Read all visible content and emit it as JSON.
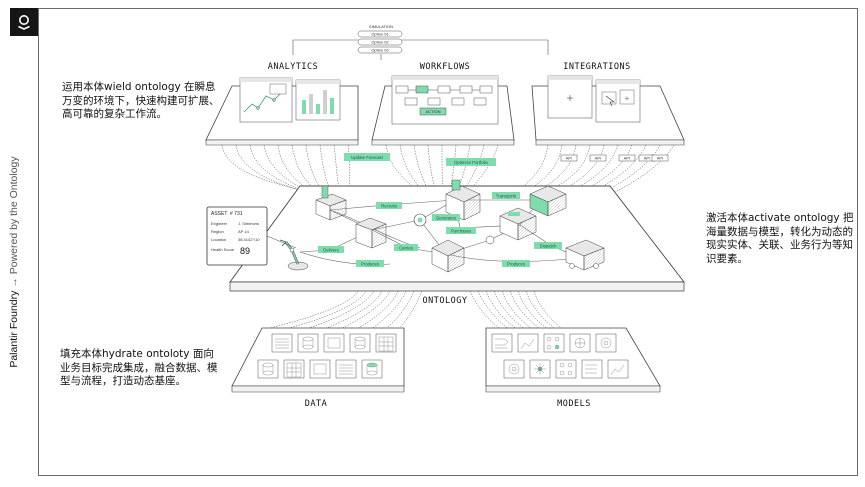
{
  "brand": {
    "side_title": "Palantir Foundry",
    "side_arrow": "→",
    "side_subtitle": "Powered by the Ontology"
  },
  "notes": {
    "top_left": "运用本体wield ontology 在瞬息万变的环境下，快速构建可扩展、高可靠的复杂工作流。",
    "bottom_left": "填充本体hydrate ontoloty 面向业务目标完成集成，融合数据、模型与流程，打造动态基座。",
    "right": "激活本体activate ontology 把海量数据与模型，转化为动态的现实实体、关联、业务行为等知识要素。"
  },
  "sections": {
    "analytics": "ANALYTICS",
    "workflows": "WORKFLOWS",
    "integrations": "INTEGRATIONS",
    "ontology": "ONTOLOGY",
    "data": "DATA",
    "models": "MODELS"
  },
  "simulation": {
    "title": "SIMULATION",
    "options": [
      "Option 01",
      "Option 02",
      "Option 03"
    ]
  },
  "workflow_action": "ACTION",
  "api_tags": [
    "API",
    "API",
    "API",
    "API",
    "API"
  ],
  "middle_tags": {
    "update_forecast": "Update Forecast",
    "optimize_portfolio": "Optimize Portfolio"
  },
  "ontology_tags": {
    "recruits": "Recruits",
    "generates": "Generates",
    "transports": "Transports",
    "purchases": "Purchases",
    "delivers": "Delivers",
    "carries": "Carries",
    "dispatch": "Dispatch",
    "produces_1": "Produces",
    "produces_2": "Produces"
  },
  "asset_card": {
    "title": "ASSET",
    "id": "# 731",
    "rows": [
      {
        "label": "Engineer",
        "value": "J. Simmons"
      },
      {
        "label": "Region",
        "value": "AP 14"
      },
      {
        "label": "Location",
        "value": "38.4142°/10"
      }
    ],
    "health_label": "Health Score",
    "health_value": "89"
  },
  "colors": {
    "accent": "#7fdcad",
    "accent_dark": "#3a9d6c",
    "line": "#444444"
  }
}
